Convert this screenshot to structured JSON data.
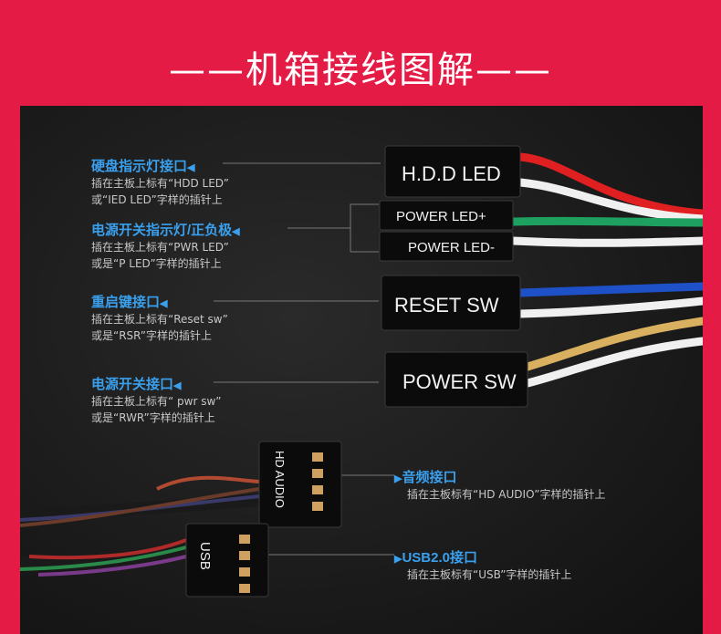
{
  "title": "——机箱接线图解——",
  "connectors": {
    "hdd": "H.D.D LED",
    "pled_plus": "POWER LED+",
    "pled_minus": "POWER LED-",
    "reset": "RESET SW",
    "power": "POWER SW",
    "audio": "HD AUDIO",
    "usb": "USB"
  },
  "labels": {
    "hdd": {
      "title": "硬盘指示灯接口",
      "l1": "插在主板上标有“HDD LED”",
      "l2": "或“IED LED”字样的插针上"
    },
    "pled": {
      "title": "电源开关指示灯/正负极",
      "l1": "插在主板上标有“PWR LED”",
      "l2": "或是“P LED”字样的插针上"
    },
    "reset": {
      "title": "重启键接口",
      "l1": "插在主板上标有“Reset sw”",
      "l2": "或是“RSR”字样的插针上"
    },
    "power": {
      "title": "电源开关接口",
      "l1": "插在主板上标有“ pwr sw”",
      "l2": "或是“RWR”字样的插针上"
    },
    "audio": {
      "title": "音频接口",
      "l1": "插在主板标有“HD AUDIO”字样的插针上"
    },
    "usb": {
      "title": "USB2.0接口",
      "l1": "插在主板标有“USB”字样的插针上"
    }
  },
  "colors": {
    "background": "#e31b45",
    "label_blue": "#3aa0ee",
    "wire_red": "#e02020",
    "wire_white": "#f0f0f0",
    "wire_green": "#1ea060",
    "wire_blue": "#1e50c8",
    "wire_yellow": "#d8b060"
  }
}
